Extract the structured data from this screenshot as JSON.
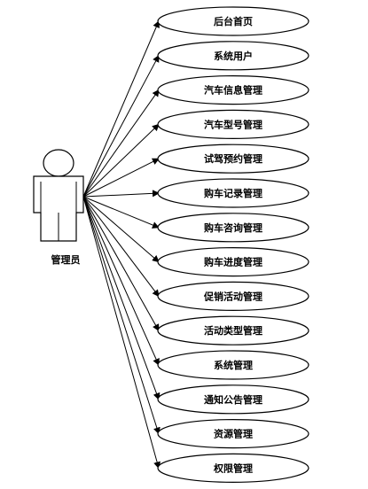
{
  "actor": {
    "name": "管理员"
  },
  "use_cases": [
    {
      "label": "后台首页"
    },
    {
      "label": "系统用户"
    },
    {
      "label": "汽车信息管理"
    },
    {
      "label": "汽车型号管理"
    },
    {
      "label": "试驾预约管理"
    },
    {
      "label": "购车记录管理"
    },
    {
      "label": "购车咨询管理"
    },
    {
      "label": "购车进度管理"
    },
    {
      "label": "促销活动管理"
    },
    {
      "label": "活动类型管理"
    },
    {
      "label": "系统管理"
    },
    {
      "label": "通知公告管理"
    },
    {
      "label": "资源管理"
    },
    {
      "label": "权限管理"
    }
  ]
}
